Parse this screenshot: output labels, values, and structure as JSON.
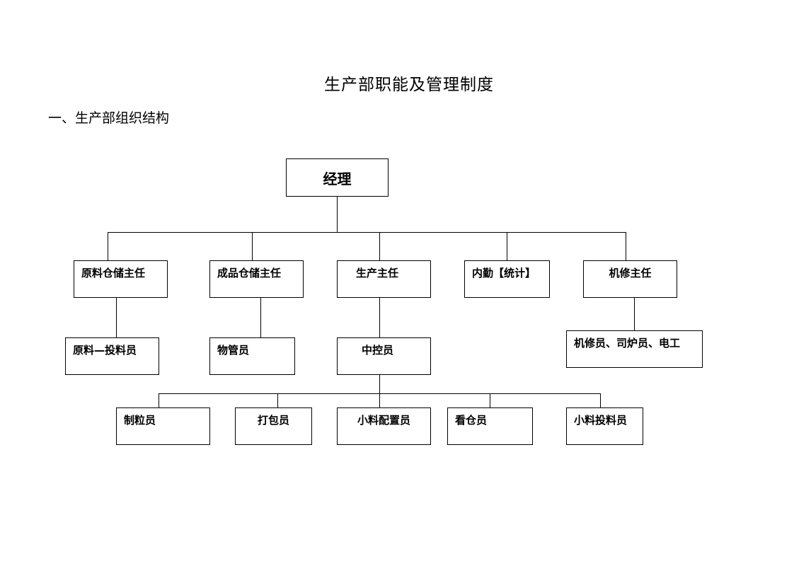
{
  "document": {
    "title": "生产部职能及管理制度",
    "section_heading": "一、生产部组织结构"
  },
  "org_chart": {
    "root": "经理",
    "level1": [
      "原料仓储主任",
      "成品仓储主任",
      "生产主任",
      "内勤【统计】",
      "机修主任"
    ],
    "level2": {
      "raw_material": "原料—投料员",
      "finished_goods": "物管员",
      "production": "中控员",
      "maintenance": "机修员、司炉员、电工"
    },
    "level3": [
      "制粒员",
      "打包员",
      "小料配置员",
      "看仓员",
      "小料投料员"
    ]
  }
}
